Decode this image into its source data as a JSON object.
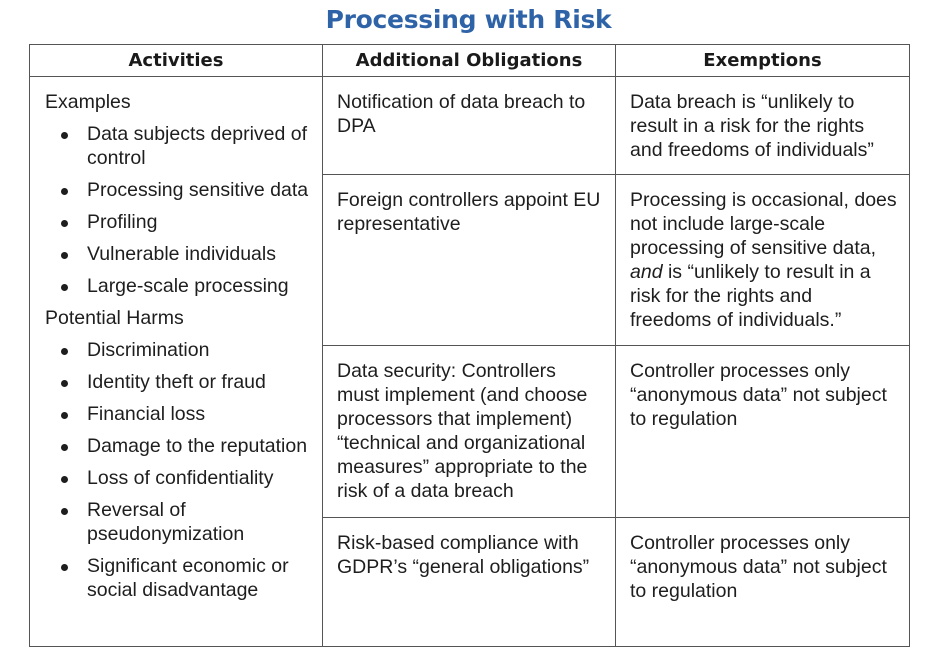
{
  "title": "Processing with Risk",
  "headers": {
    "activities": "Activities",
    "obligations": "Additional Obligations",
    "exemptions": "Exemptions"
  },
  "activities": {
    "examples_label": "Examples",
    "examples": [
      "Data subjects deprived of control",
      "Processing sensitive data",
      "Profiling",
      "Vulnerable individuals",
      "Large-scale processing"
    ],
    "harms_label": "Potential Harms",
    "harms": [
      "Discrimination",
      "Identity theft or fraud",
      "Financial loss",
      "Damage to the reputation",
      "Loss of confidentiality",
      "Reversal of pseudonymization",
      "Significant economic or social disadvantage"
    ]
  },
  "rows": [
    {
      "obligation": "Notification of data breach to DPA",
      "exemption": "Data breach is “unlikely to result in a risk for the rights and freedoms of individuals”"
    },
    {
      "obligation": "Foreign controllers appoint EU representative",
      "exemption_part1": "Processing is occasional, does not include large-scale processing of sensitive data,",
      "exemption_emphasis": "and",
      "exemption_part2": "is “unlikely to result in a risk for the rights and freedoms of individuals.”"
    },
    {
      "obligation": "Data security: Controllers must implement (and choose processors that implement) “technical and organizational measures” appropriate to the risk of a data breach",
      "exemption": "Controller processes only “anonymous data” not subject to regulation"
    },
    {
      "obligation": "Risk-based compliance with GDPR’s “general obligations”",
      "exemption": "Controller processes only “anonymous data” not subject to regulation"
    }
  ]
}
